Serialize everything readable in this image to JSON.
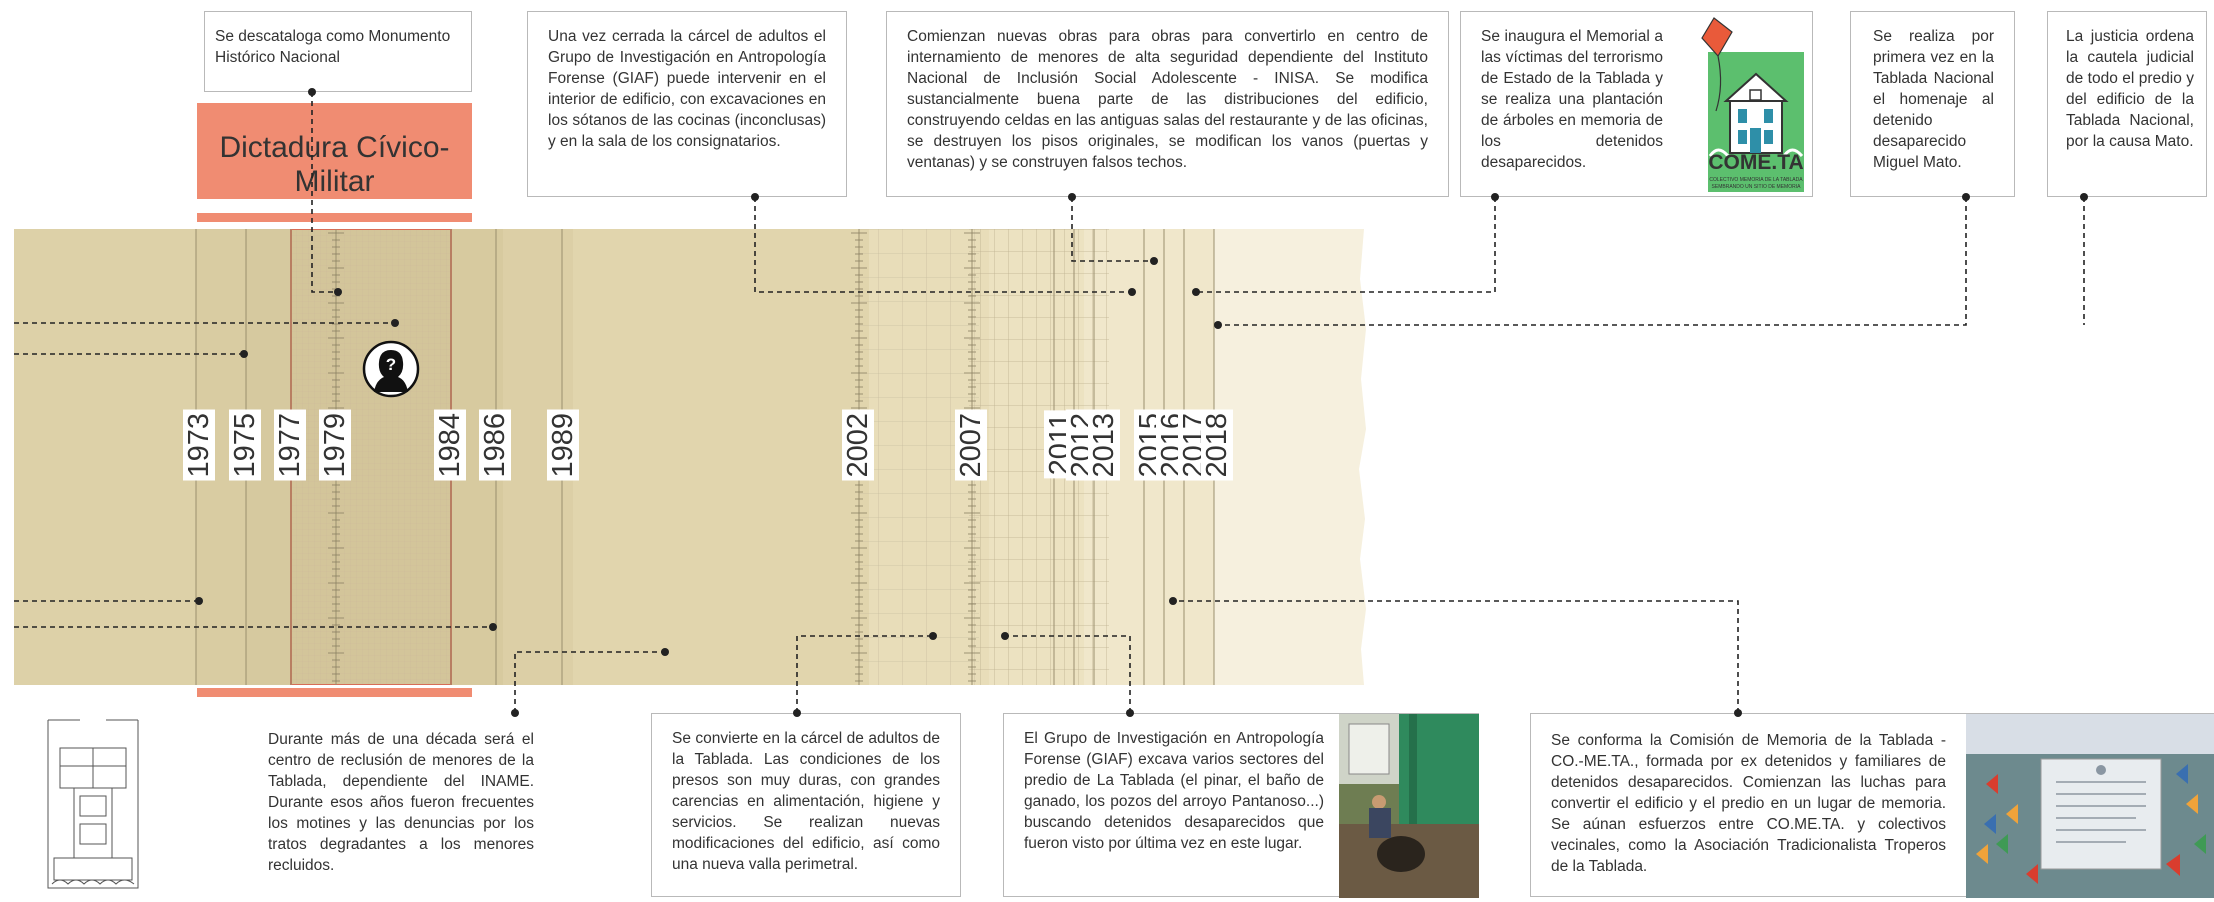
{
  "period_label": "Dictadura Cívico-Militar",
  "years": [
    "1973",
    "1975",
    "1977",
    "1979",
    "1984",
    "1986",
    "1989",
    "2002",
    "2007",
    "2011",
    "2012",
    "2013",
    "2015",
    "2016",
    "2017",
    "2018"
  ],
  "events_top": [
    {
      "id": "t1",
      "text": "Se descataloga como Monumento Histórico Nacional"
    },
    {
      "id": "t2",
      "text": "Una vez cerrada la cárcel de adultos el Grupo de Investigación en Antropología Forense (GIAF) puede intervenir en el interior de edificio, con excavaciones en los sótanos de las cocinas (inconclusas) y en la sala de los consignatarios."
    },
    {
      "id": "t3",
      "text": "Comienzan nuevas obras para obras para convertirlo en centro de internamiento de menores de alta seguridad dependiente del Instituto Nacional de Inclusión Social Adolescente - INISA. Se modifica sustancialmente buena parte de las distribuciones del edificio, construyendo celdas en las antiguas salas del restaurante y de las oficinas, se destruyen los pisos originales, se modifican los vanos (puertas y ventanas) y se construyen falsos techos."
    },
    {
      "id": "t4",
      "text": "Se inaugura el Memorial a las víctimas del terrorismo de Estado de la Tablada y se realiza una plantación de árboles en memoria de los detenidos desaparecidos."
    },
    {
      "id": "t5",
      "text": "Se realiza por primera vez en la Tablada Nacional el homenaje al detenido desaparecido Miguel Mato."
    },
    {
      "id": "t6",
      "text": "La justicia ordena la cautela judicial de todo el predio y del edificio de la Tablada Nacional, por la causa Mato."
    }
  ],
  "events_bottom": [
    {
      "id": "b1",
      "text": "Durante más de una década será el centro de reclusión de menores de la Tablada, dependiente del INAME. Durante esos años fueron frecuentes los motines y las denuncias por los tratos degradantes a los menores recluidos."
    },
    {
      "id": "b2",
      "text": "Se convierte en la cárcel de adultos de la Tablada. Las condiciones de los presos son muy duras, con grandes carencias en alimentación, higiene y servicios. Se realizan nuevas modificaciones del edificio, así como una nueva valla perimetral."
    },
    {
      "id": "b3",
      "text": "El Grupo de Investigación en Antropología Forense (GIAF) excava varios sectores del predio de La Tablada (el pinar, el baño de ganado, los pozos del arroyo Pantanoso...) buscando detenidos desaparecidos que fueron visto por última vez en este lugar."
    },
    {
      "id": "b4",
      "text": "Se conforma la Comisión de Memoria de la Tablada - CO.-ME.TA., formada por ex detenidos y familiares de detenidos desaparecidos. Comienzan las luchas para convertir el edificio y el predio en un lugar de memoria. Se aúnan esfuerzos entre CO.ME.TA. y colectivos vecinales, como la Asociación Tradicionalista Troperos de la Tablada."
    }
  ],
  "logo": {
    "name": "COME.TA",
    "line1": "COLECTIVO MEMORIA DE LA TABLADA",
    "line2": "SEMBRANDO UN SITIO DE MEMORIA"
  },
  "icons": {
    "unknown": "question-silhouette-icon"
  },
  "colors": {
    "band": "#f08c72",
    "timeline": "#e1d5ad",
    "marker": "#222222"
  }
}
